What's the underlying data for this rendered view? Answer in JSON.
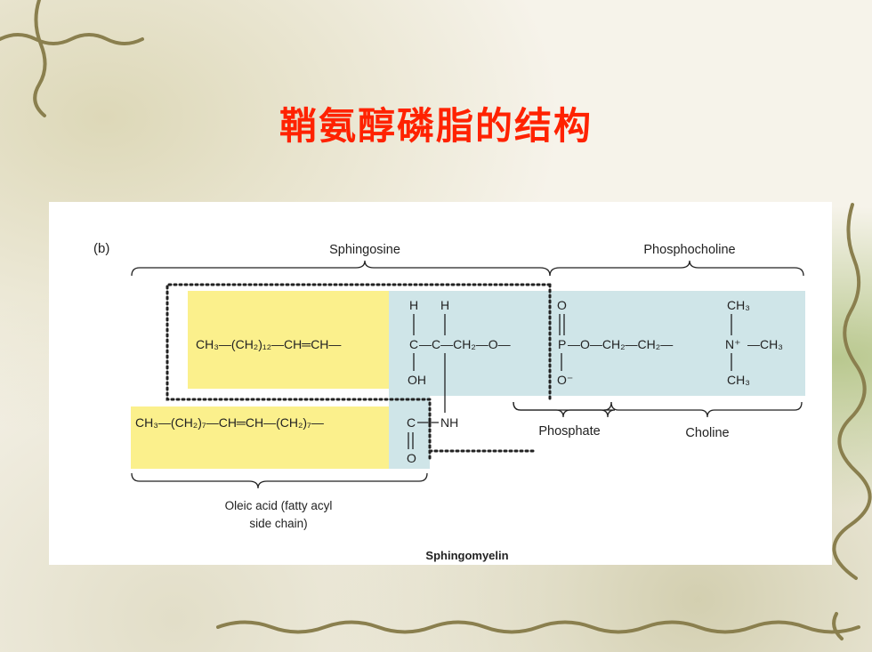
{
  "slide": {
    "title": "鞘氨醇磷脂的结构",
    "title_color": "#ff2200"
  },
  "figure": {
    "panel_label": "(b)",
    "caption": "Sphingomyelin",
    "colors": {
      "fatty_region": "#fbf08c",
      "headgroup_region": "#cfe5e8"
    },
    "brackets": {
      "sphingosine": "Sphingosine",
      "phosphocholine": "Phosphocholine",
      "phosphate": "Phosphate",
      "choline": "Choline",
      "oleic_line1": "Oleic acid (fatty acyl",
      "oleic_line2": "side chain)"
    },
    "sphingosine_chain": {
      "ch3": "CH₃—(CH₂)₁₂—CH═CH—",
      "c1": "C",
      "c2": "—C—CH₂—O—",
      "h1": "H",
      "h2": "H",
      "oh": "OH"
    },
    "phosphocholine_group": {
      "p": "P",
      "o_top": "O",
      "o_bottom": "O⁻",
      "rest": "—O—CH₂—CH₂—",
      "n": "N⁺",
      "ch3_right": "—CH₃",
      "ch3_top": "CH₃",
      "ch3_bottom": "CH₃"
    },
    "oleic_chain": {
      "chain": "CH₃—(CH₂)₇—CH═CH—(CH₂)₇—",
      "c": "C",
      "o": "O",
      "nh": "NH"
    }
  }
}
